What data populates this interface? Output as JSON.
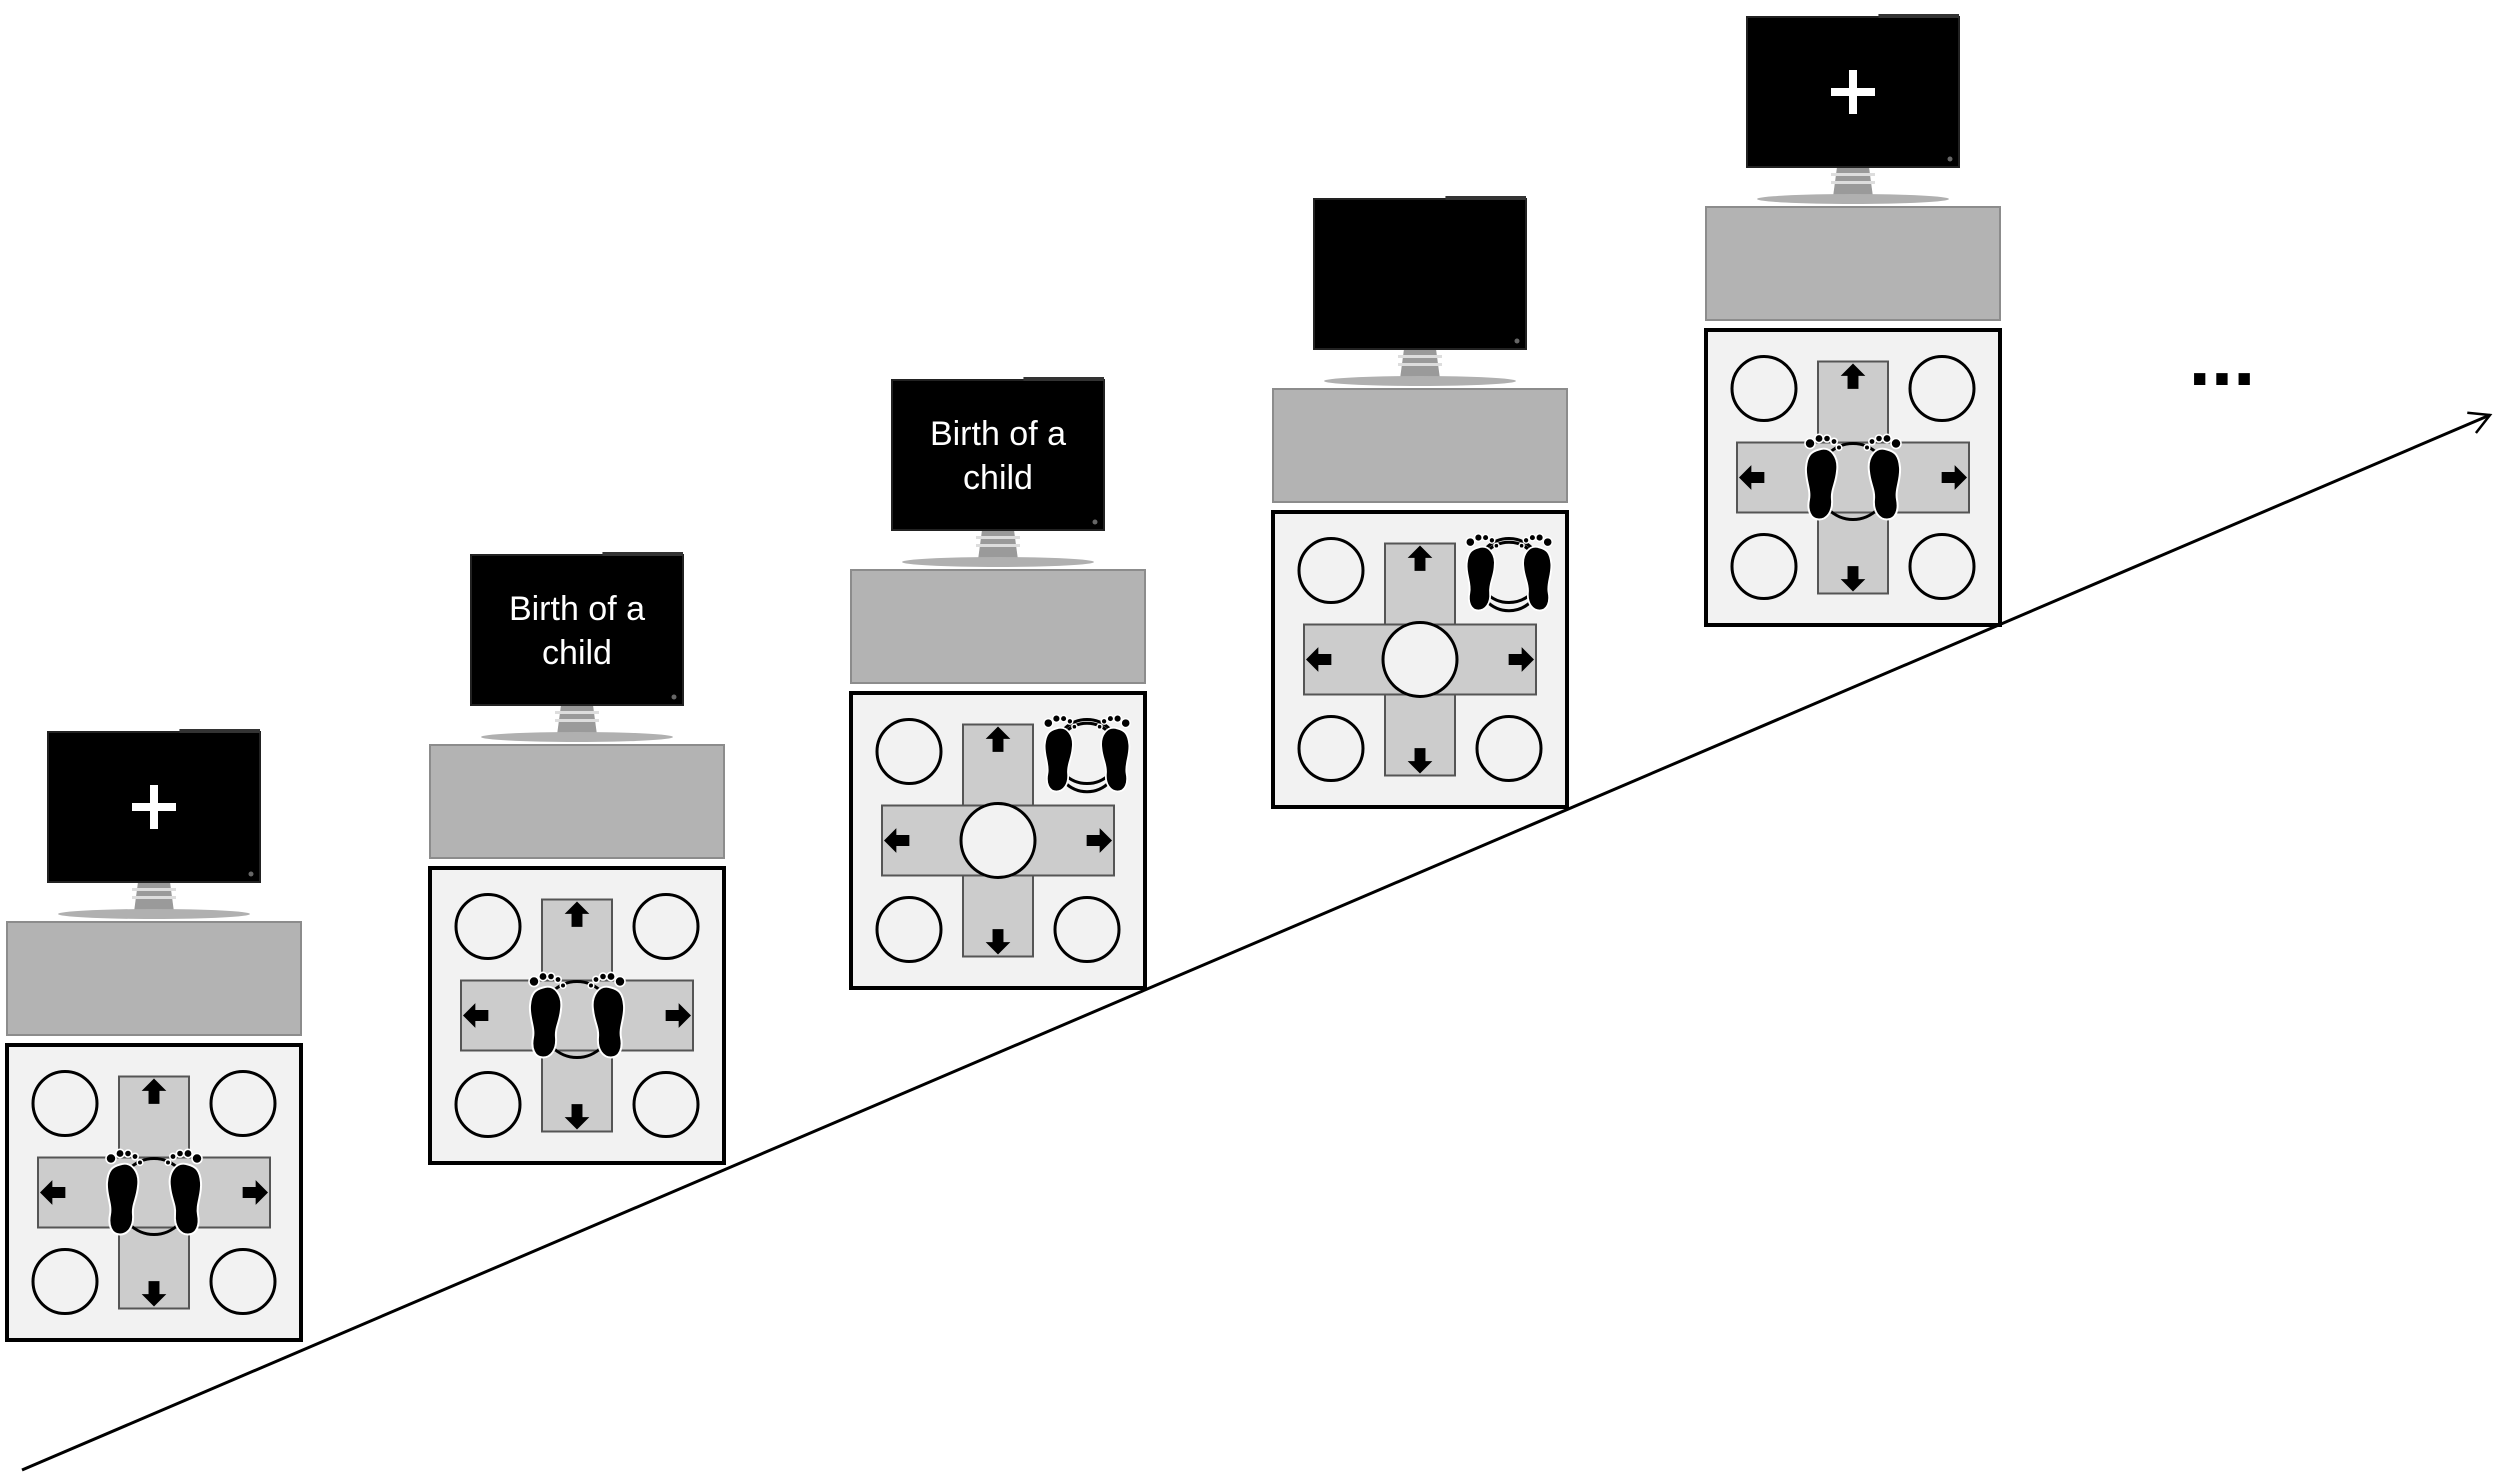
{
  "diagram": {
    "ellipsis": "...",
    "steps": [
      {
        "screen_type": "fixation",
        "screen_lines": [],
        "feet_position": "center"
      },
      {
        "screen_type": "text",
        "screen_lines": [
          "Birth of a",
          "child"
        ],
        "feet_position": "center"
      },
      {
        "screen_type": "text",
        "screen_lines": [
          "Birth of a",
          "child"
        ],
        "feet_position": "top-right"
      },
      {
        "screen_type": "blank",
        "screen_lines": [],
        "feet_position": "top-right"
      },
      {
        "screen_type": "fixation",
        "screen_lines": [],
        "feet_position": "center"
      }
    ],
    "colors": {
      "screen": "#000000",
      "shelf": "#b3b3b3",
      "platform": "#f2f2f2",
      "cross": "#cccccc",
      "circle": "#f2f2f2"
    }
  }
}
